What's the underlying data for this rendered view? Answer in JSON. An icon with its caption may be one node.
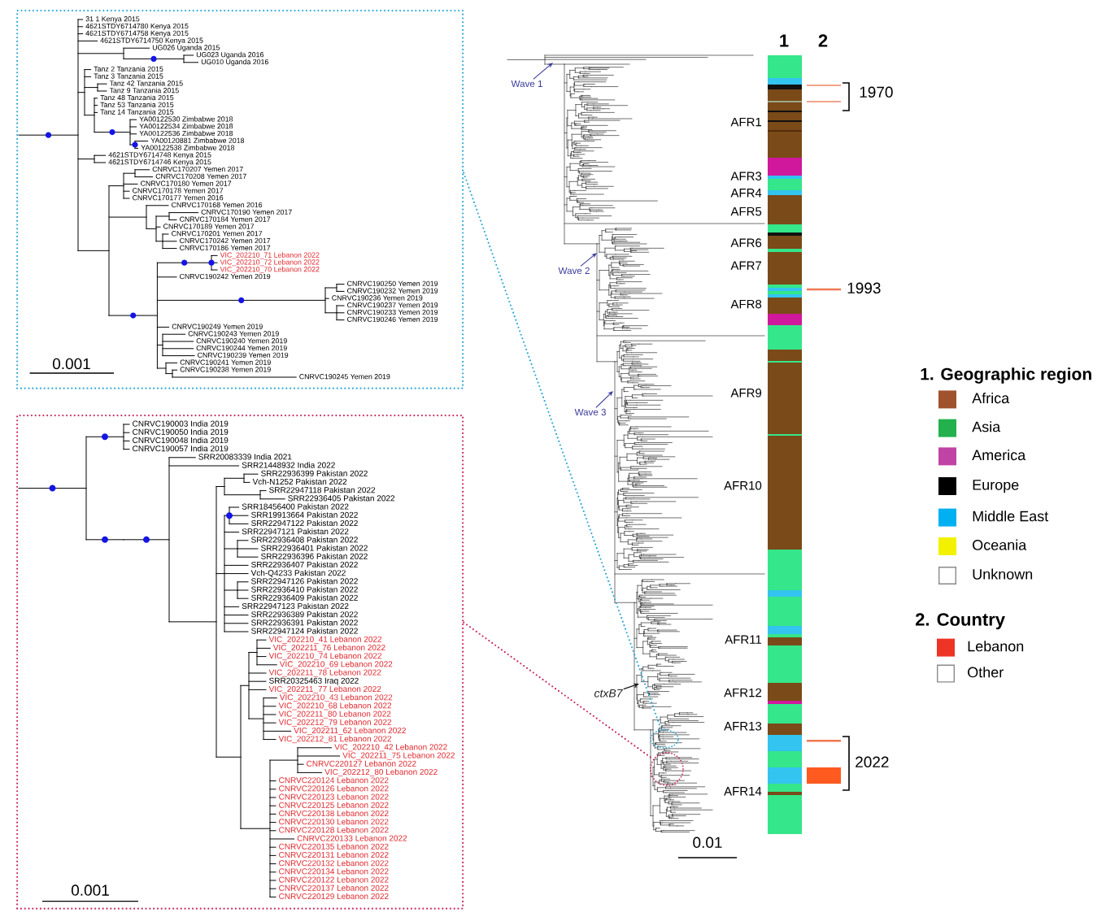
{
  "diagram": {
    "nodes": [
      {
        "text": [
          "31 1 Kenya 2015",
          "4621STDY6714780 Kenya 2015",
          "4621STDY6714758 Kenya 2015",
          "4621STDY6714750 Kenya 2015",
          "UG026 Uganda 2015",
          "UG023 Uganda 2016",
          "UG010 Uganda 2016",
          "Tanz 2 Tanzania 2015",
          "Tanz 3 Tanzania 2015",
          "Tanz 42 Tanzania 2015",
          "Tanz 9 Tanzania 2015",
          "Tanz 48 Tanzania 2015",
          "Tanz 53 Tanzania 2015",
          "Tanz 14 Tanzania 2015",
          "YA00122530 Zimbabwe 2018",
          "YA00122534 Zimbabwe 2018",
          "YA00122536 Zimbabwe 2018",
          "YA00120881 Zimbabwe 2018",
          "YA00122538 Zimbabwe 2018",
          "4621STDY6714748 Kenya 2015",
          "4621STDY6714746 Kenya 2015",
          "CNRVC170207 Yemen 2017",
          "CNRVC170208 Yemen 2017",
          "CNRVC170180 Yemen 2017",
          "CNRVC170178 Yemen 2017",
          "CNRVC170177 Yemen 2016",
          "CNRVC170168 Yemen 2016",
          "CNRVC170190 Yemen 2017",
          "CNRVC170184 Yemen 2017",
          "CNRVC170189 Yemen 2017",
          "CNRVC170201 Yemen 2017",
          "CNRVC170242 Yemen 2017",
          "CNRVC170186 Yemen 2017",
          "VIC_202210_71 Lebanon 2022",
          "VIC_202210_72 Lebanon 2022",
          "VIC_202210_70 Lebanon 2022",
          "CNRVC190242 Yemen 2019",
          "CNRVC190250 Yemen 2019",
          "CNRVC190232 Yemen 2019",
          "CNRVC190236 Yemen 2019",
          "CNRVC190237 Yemen 2019",
          "CNRVC190233 Yemen 2019",
          "CNRVC190246 Yemen 2019",
          "CNRVC190249 Yemen 2019",
          "CNRVC190243 Yemen 2019",
          "CNRVC190240 Yemen 2019",
          "CNRVC190244 Yemen 2019",
          "CNRVC190239 Yemen 2019",
          "CNRVC190241 Yemen 2019",
          "CNRVC190238 Yemen 2019",
          "CNRVC190245 Yemen 2019",
          "0.001"
        ]
      },
      {
        "text": [
          "CNRVC190003 India 2019",
          "CNRVC190050 India 2019",
          "CNRVC190048 India 2019",
          "CNRVC190057 India 2019",
          "SRR20083339 India 2021",
          "SRR21448932 India 2022",
          "SRR22936399 Pakistan 2022",
          "Vch-N1252 Pakistan 2022",
          "SRR22947118 Pakistan 2022",
          "SRR22936405 Pakistan 2022",
          "SRR18456400 Pakistan 2022",
          "SRR19913664 Pakistan 2022",
          "SRR22947122 Pakistan 2022",
          "SRR22947121 Pakistan 2022",
          "SRR22936408 Pakistan 2022",
          "SRR22936401 Pakistan 2022",
          "SRR22936396 Pakistan 2022",
          "SRR22936407 Pakistan 2022",
          "Vch-Q4233 Pakistan 2022",
          "SRR22947126 Pakistan 2022",
          "SRR22936410 Pakistan 2022",
          "SRR22936409 Pakistan 2022",
          "SRR22947123 Pakistan 2022",
          "SRR22936389 Pakistan 2022",
          "SRR22936391 Pakistan 2022",
          "SRR22947124 Pakistan 2022",
          "VIC_202210_41 Lebanon 2022",
          "VIC_202211_76 Lebanon 2022",
          "VIC_202210_74 Lebanon 2022",
          "VIC_202210_69 Lebanon 2022",
          "VIC_202211_78 Lebanon 2022",
          "SRR20325463 Iraq 2022",
          "VIC_202211_77 Lebanon 2022",
          "VIC_202210_43 Lebanon 2022",
          "VIC_202210_68 Lebanon 2022",
          "VIC_202211_80 Lebanon 2022",
          "VIC_202212_79 Lebanon 2022",
          "VIC_202211_62 Lebanon 2022",
          "VIC_202212_81 Lebanon 2022",
          "VIC_202210_42 Lebanon 2022",
          "VIC_202211_75 Lebanon 2022",
          "CNRVC220127 Lebanon 2022",
          "VIC_202212_80 Lebanon 2022",
          "CNRVC220124 Lebanon 2022",
          "CNRVC220126 Lebanon 2022",
          "CNRVC220123 Lebanon 2022",
          "CNRVC220125 Lebanon 2022",
          "CNRVC220138 Lebanon 2022",
          "CNRVC220130 Lebanon 2022",
          "CNRVC220128 Lebanon 2022",
          "CNRVC220133 Lebanon 2022",
          "CNRVC220135 Lebanon 2022",
          "CNRVC220131 Lebanon 2022",
          "CNRVC220132 Lebanon 2022",
          "CNRVC220134 Lebanon 2022",
          "CNRVC220122 Lebanon 2022",
          "CNRVC220137 Lebanon 2022",
          "CNRVC220129 Lebanon 2022",
          "0.001"
        ]
      },
      {
        "text": [
          "Wave 1"
        ]
      },
      {
        "text": [
          "Wave 2"
        ]
      },
      {
        "text": [
          "Wave 3"
        ]
      },
      {
        "text": [
          "ctxB7"
        ]
      },
      {
        "text": [],
        "shape": "circle"
      },
      {
        "text": [],
        "shape": "circle"
      }
    ],
    "edges": [
      {
        "from": 0,
        "to": 6,
        "arrow": "none",
        "style": "dashed",
        "color": "#2aa8d8"
      },
      {
        "from": 1,
        "to": 7,
        "arrow": "none",
        "style": "dashed",
        "color": "#c8285a"
      },
      {
        "from": 2,
        "to": null,
        "arrow": "to",
        "color": "#3b3b9b"
      },
      {
        "from": 3,
        "to": null,
        "arrow": "to",
        "color": "#3b3b9b"
      },
      {
        "from": 4,
        "to": null,
        "arrow": "to",
        "color": "#3b3b9b"
      },
      {
        "from": 5,
        "to": null,
        "arrow": "to",
        "color": "#1a1a1a"
      }
    ],
    "labels": [
      "1",
      "2",
      "AFR1",
      "AFR3",
      "AFR4",
      "AFR5",
      "AFR6",
      "AFR7",
      "AFR8",
      "AFR9",
      "AFR10",
      "AFR11",
      "AFR12",
      "AFR13",
      "AFR14",
      "1970",
      "1993",
      "2022",
      "0.01",
      "1. Geographic region",
      "2. Country"
    ],
    "legend": [
      {
        "text": "Africa",
        "color": "#a0522d"
      },
      {
        "text": "Asia",
        "color": "#22b14c"
      },
      {
        "text": "America",
        "color": "#c044a4"
      },
      {
        "text": "Europe",
        "color": "#000000"
      },
      {
        "text": "Middle East",
        "color": "#00b0f0"
      },
      {
        "text": "Oceania",
        "color": "#f2f200"
      },
      {
        "text": "Unknown"
      },
      {
        "text": "Lebanon",
        "color": "#ee3424"
      },
      {
        "text": "Other"
      }
    ]
  }
}
